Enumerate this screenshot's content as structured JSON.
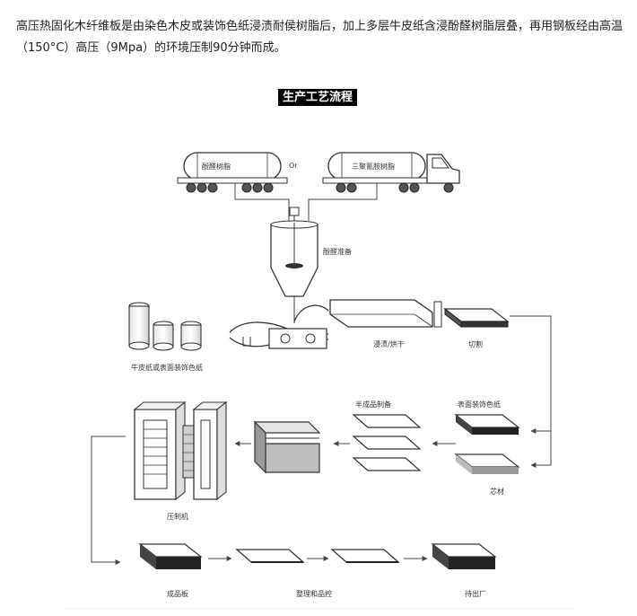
{
  "intro_text": "高压热固化木纤维板是由染色木皮或装饰色纸浸渍耐侯树脂后，加上多层牛皮纸含浸酚醛树脂层叠，再用钢板经由高温（150°C）高压（9Mpa）的环境压制90分钟而成。",
  "diagram": {
    "title": "生产工艺流程",
    "tank_left_label": "酚醛树脂",
    "or_label": "Or",
    "tank_right_label": "三聚氰胺树脂",
    "mixer_label": "酚醛准备",
    "paper_rolls_label": "牛皮纸或表面装饰色纸",
    "impregnation_label": "浸渍/烘干",
    "cutting_label": "切割",
    "semi_finished_label": "半成品制备",
    "surface_paper_label": "表面装饰色纸",
    "core_label": "芯材",
    "press_label": "压制机",
    "finished_board_label": "成品板",
    "trimming_label": "整理和品控",
    "shipping_label": "待出厂"
  }
}
